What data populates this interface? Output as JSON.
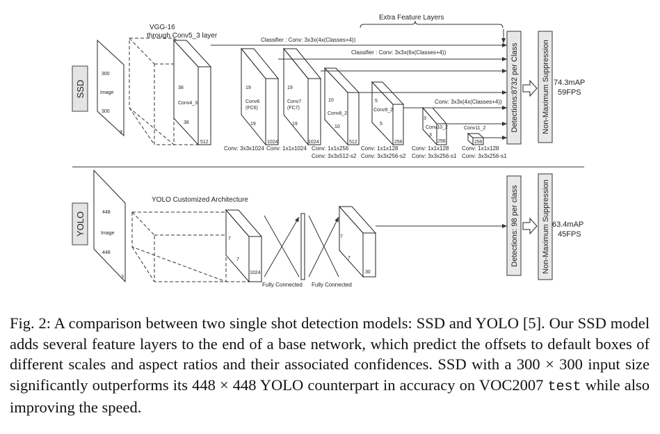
{
  "ssd": {
    "label": "SSD",
    "input": {
      "top": "300",
      "mid": "Image",
      "bottom": "300",
      "depth": "3"
    },
    "vgg_label_1": "VGG-16",
    "vgg_label_2": "through Conv5_3 layer",
    "conv4": {
      "top": "38",
      "name": "Conv4_3",
      "bottom": "38",
      "depth": "512"
    },
    "conv6": {
      "top": "19",
      "name": "Conv6",
      "sub": "(FC6)",
      "bottom": "19",
      "depth": "1024"
    },
    "conv7": {
      "top": "19",
      "name": "Conv7",
      "sub": "(FC7)",
      "bottom": "19",
      "depth": "1024"
    },
    "conv8": {
      "top": "10",
      "name": "Conv8_2",
      "bottom": "10",
      "depth": "512"
    },
    "conv9": {
      "top": "5",
      "name": "Conv9_2",
      "bottom": "5",
      "depth": "256"
    },
    "conv10": {
      "top": "3",
      "name": "Conv10_2",
      "bottom": "3",
      "depth": "256"
    },
    "conv11": {
      "name": "Conv11_2",
      "depth": "256"
    },
    "extra_layers": "Extra Feature Layers",
    "classifier_1": "Classifier : Conv: 3x3x(4x(Classes+4))",
    "classifier_2": "Classifier : Conv: 3x3x(6x(Classes+4))",
    "classifier_3": "Conv: 3x3x(4x(Classes+4))",
    "conv_ops_row1": [
      "Conv: 3x3x1024",
      "Conv: 1x1x1024",
      "Conv: 1x1x256",
      "Conv: 1x1x128",
      "Conv: 1x1x128",
      "Conv: 1x1x128"
    ],
    "conv_ops_row2": [
      "Conv: 3x3x512-s2",
      "Conv: 3x3x256-s2",
      "Conv: 3x3x256-s1",
      "Conv: 3x3x256-s1"
    ],
    "detections": "Detections:8732 per Class",
    "nms": "Non-Maximum Suppression",
    "map": "74.3mAP",
    "fps": "59FPS"
  },
  "yolo": {
    "label": "YOLO",
    "input": {
      "top": "448",
      "mid": "Image",
      "bottom": "448",
      "depth": "3"
    },
    "arch_label": "YOLO Customized Architecture",
    "block1": {
      "top": "7",
      "bottom": "7",
      "depth": "1024"
    },
    "block2": {
      "top": "7",
      "bottom": "7",
      "depth": "30"
    },
    "fc1": "Fully Connected",
    "fc2": "Fully Connected",
    "detections": "Detections: 98 per class",
    "nms": "Non-Maximum Suppression",
    "map": "63.4mAP",
    "fps": "45FPS"
  },
  "caption": {
    "part1": "Fig. 2: A comparison between two single shot detection models: SSD and YOLO [5]. Our SSD model adds several feature layers to the end of a base network, which predict the offsets to default boxes of different scales and aspect ratios and their associated confidences. SSD with a 300 × 300 input size significantly outperforms its 448 × 448 YOLO counterpart in accuracy on VOC2007 ",
    "code": "test",
    "part2": " while also improving the speed."
  }
}
